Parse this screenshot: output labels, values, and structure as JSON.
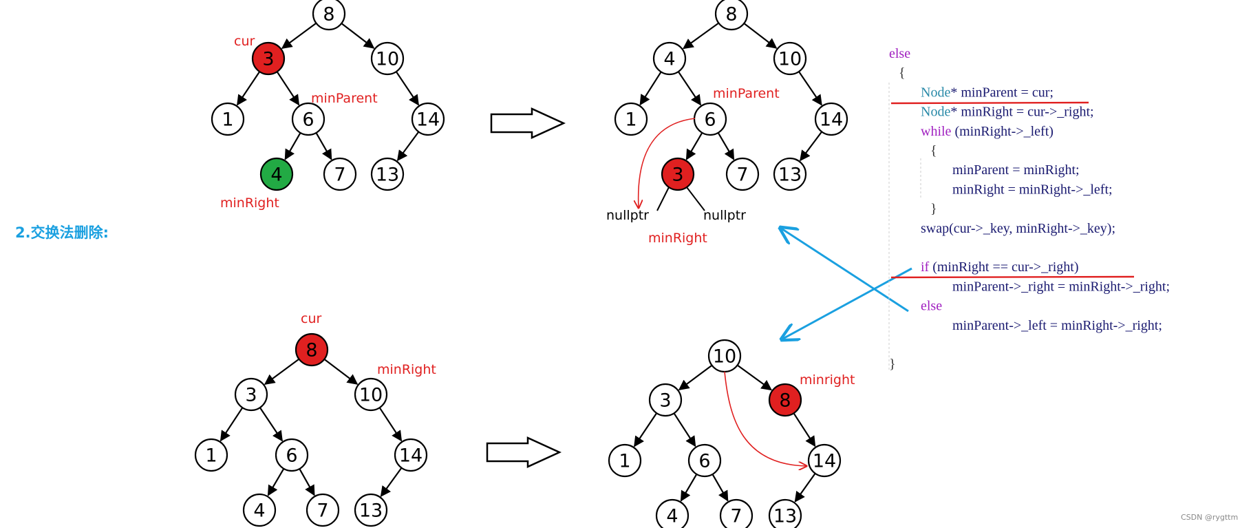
{
  "title": "2.交换法删除:",
  "watermark": "CSDN @rygttm",
  "colors": {
    "red": "#e02020",
    "green": "#22aa44",
    "blue_arrow": "#1aa0e0",
    "keyword": "#a020c0",
    "type": "#2a8aa8",
    "ident": "#1a1a70",
    "plain": "#333333",
    "guide": "#cccccc"
  },
  "trees": [
    {
      "id": "tree-top-left",
      "nodes": [
        {
          "id": "n8",
          "label": "8",
          "fill": "white"
        },
        {
          "id": "n3",
          "label": "3",
          "fill": "red"
        },
        {
          "id": "n10",
          "label": "10",
          "fill": "white"
        },
        {
          "id": "n1",
          "label": "1",
          "fill": "white"
        },
        {
          "id": "n6",
          "label": "6",
          "fill": "white"
        },
        {
          "id": "n14",
          "label": "14",
          "fill": "white"
        },
        {
          "id": "n4",
          "label": "4",
          "fill": "green"
        },
        {
          "id": "n7",
          "label": "7",
          "fill": "white"
        },
        {
          "id": "n13",
          "label": "13",
          "fill": "white"
        }
      ],
      "edges": [
        [
          "n8",
          "n3"
        ],
        [
          "n8",
          "n10"
        ],
        [
          "n3",
          "n1"
        ],
        [
          "n3",
          "n6"
        ],
        [
          "n10",
          "n14"
        ],
        [
          "n6",
          "n4"
        ],
        [
          "n6",
          "n7"
        ],
        [
          "n14",
          "n13"
        ]
      ],
      "labels": [
        "cur",
        "minParent",
        "minRight"
      ]
    },
    {
      "id": "tree-top-right",
      "nodes": [
        {
          "id": "n8",
          "label": "8",
          "fill": "white"
        },
        {
          "id": "n4",
          "label": "4",
          "fill": "white"
        },
        {
          "id": "n10",
          "label": "10",
          "fill": "white"
        },
        {
          "id": "n1",
          "label": "1",
          "fill": "white"
        },
        {
          "id": "n6",
          "label": "6",
          "fill": "white"
        },
        {
          "id": "n14",
          "label": "14",
          "fill": "white"
        },
        {
          "id": "n3",
          "label": "3",
          "fill": "red"
        },
        {
          "id": "n7",
          "label": "7",
          "fill": "white"
        },
        {
          "id": "n13",
          "label": "13",
          "fill": "white"
        }
      ],
      "edges": [
        [
          "n8",
          "n4"
        ],
        [
          "n8",
          "n10"
        ],
        [
          "n4",
          "n1"
        ],
        [
          "n4",
          "n6"
        ],
        [
          "n10",
          "n14"
        ],
        [
          "n6",
          "n3"
        ],
        [
          "n6",
          "n7"
        ],
        [
          "n14",
          "n13"
        ]
      ],
      "labels": [
        "minParent",
        "nullptr",
        "nullptr",
        "minRight"
      ]
    },
    {
      "id": "tree-bottom-left",
      "nodes": [
        {
          "id": "n8",
          "label": "8",
          "fill": "red"
        },
        {
          "id": "n3",
          "label": "3",
          "fill": "white"
        },
        {
          "id": "n10",
          "label": "10",
          "fill": "white"
        },
        {
          "id": "n1",
          "label": "1",
          "fill": "white"
        },
        {
          "id": "n6",
          "label": "6",
          "fill": "white"
        },
        {
          "id": "n14",
          "label": "14",
          "fill": "white"
        },
        {
          "id": "n4",
          "label": "4",
          "fill": "white"
        },
        {
          "id": "n7",
          "label": "7",
          "fill": "white"
        },
        {
          "id": "n13",
          "label": "13",
          "fill": "white"
        }
      ],
      "edges": [
        [
          "n8",
          "n3"
        ],
        [
          "n8",
          "n10"
        ],
        [
          "n3",
          "n1"
        ],
        [
          "n3",
          "n6"
        ],
        [
          "n10",
          "n14"
        ],
        [
          "n6",
          "n4"
        ],
        [
          "n6",
          "n7"
        ],
        [
          "n14",
          "n13"
        ]
      ],
      "labels": [
        "cur",
        "minRight"
      ]
    },
    {
      "id": "tree-bottom-right",
      "nodes": [
        {
          "id": "n10",
          "label": "10",
          "fill": "white"
        },
        {
          "id": "n3",
          "label": "3",
          "fill": "white"
        },
        {
          "id": "n8",
          "label": "8",
          "fill": "red"
        },
        {
          "id": "n1",
          "label": "1",
          "fill": "white"
        },
        {
          "id": "n6",
          "label": "6",
          "fill": "white"
        },
        {
          "id": "n14",
          "label": "14",
          "fill": "white"
        },
        {
          "id": "n4",
          "label": "4",
          "fill": "white"
        },
        {
          "id": "n7",
          "label": "7",
          "fill": "white"
        },
        {
          "id": "n13",
          "label": "13",
          "fill": "white"
        }
      ],
      "edges": [
        [
          "n10",
          "n3"
        ],
        [
          "n10",
          "n8"
        ],
        [
          "n3",
          "n1"
        ],
        [
          "n3",
          "n6"
        ],
        [
          "n8",
          "n14"
        ],
        [
          "n6",
          "n4"
        ],
        [
          "n6",
          "n7"
        ],
        [
          "n14",
          "n13"
        ]
      ],
      "labels": [
        "minright"
      ]
    }
  ],
  "code": [
    [
      {
        "t": "else",
        "c": "keyword"
      }
    ],
    [
      {
        "t": "{",
        "c": "plain"
      }
    ],
    [
      {
        "t": "Node",
        "c": "type"
      },
      {
        "t": "* minParent = cur;",
        "c": "ident"
      }
    ],
    [
      {
        "t": "Node",
        "c": "type"
      },
      {
        "t": "* minRight = cur->_right;",
        "c": "ident"
      }
    ],
    [
      {
        "t": "while",
        "c": "keyword"
      },
      {
        "t": " (minRight->_left)",
        "c": "ident"
      }
    ],
    [
      {
        "t": "{",
        "c": "plain"
      }
    ],
    [
      {
        "t": "minParent = minRight;",
        "c": "ident"
      }
    ],
    [
      {
        "t": "minRight = minRight->_left;",
        "c": "ident"
      }
    ],
    [
      {
        "t": "}",
        "c": "plain"
      }
    ],
    [
      {
        "t": "swap(cur->_key, minRight->_key);",
        "c": "ident"
      }
    ],
    [],
    [
      {
        "t": "if",
        "c": "keyword"
      },
      {
        "t": " (minRight == cur->_right)",
        "c": "ident"
      }
    ],
    [
      {
        "t": "minParent->_right = minRight->_right;",
        "c": "ident"
      }
    ],
    [
      {
        "t": "else",
        "c": "keyword"
      }
    ],
    [
      {
        "t": "minParent->_left = minRight->_right;",
        "c": "ident"
      }
    ],
    [],
    [
      {
        "t": "}",
        "c": "plain"
      }
    ]
  ]
}
